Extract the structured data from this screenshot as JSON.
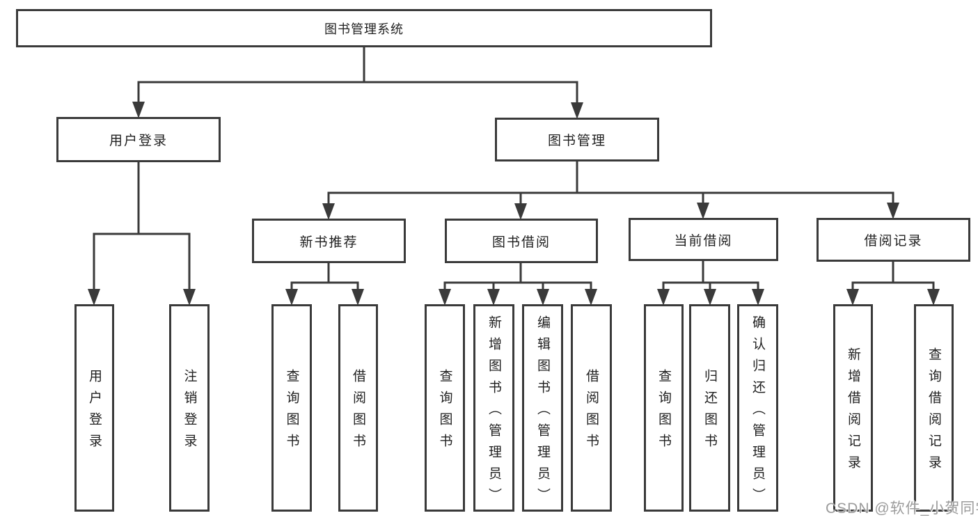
{
  "colors": {
    "line": "#3a3a3a",
    "text": "#1f1f1f",
    "box_bg": "#ffffff",
    "watermark": "#9b9b9b"
  },
  "diagram": {
    "root": {
      "label": "图书管理系统"
    },
    "branches": [
      {
        "label": "用户登录",
        "children": [
          {
            "label": "用户登录"
          },
          {
            "label": "注销登录"
          }
        ]
      },
      {
        "label": "图书管理",
        "children": [
          {
            "label": "新书推荐",
            "children": [
              {
                "label": "查询图书"
              },
              {
                "label": "借阅图书"
              }
            ]
          },
          {
            "label": "图书借阅",
            "children": [
              {
                "label": "查询图书"
              },
              {
                "label": "新增图书（管理员）"
              },
              {
                "label": "编辑图书（管理员）"
              },
              {
                "label": "借阅图书"
              }
            ]
          },
          {
            "label": "当前借阅",
            "children": [
              {
                "label": "查询图书"
              },
              {
                "label": "归还图书"
              },
              {
                "label": "确认归还（管理员）"
              }
            ]
          },
          {
            "label": "借阅记录",
            "children": [
              {
                "label": "新增借阅记录"
              },
              {
                "label": "查询借阅记录"
              }
            ]
          }
        ]
      }
    ]
  },
  "watermark": {
    "text": "CSDN @软件_小贺同学"
  }
}
